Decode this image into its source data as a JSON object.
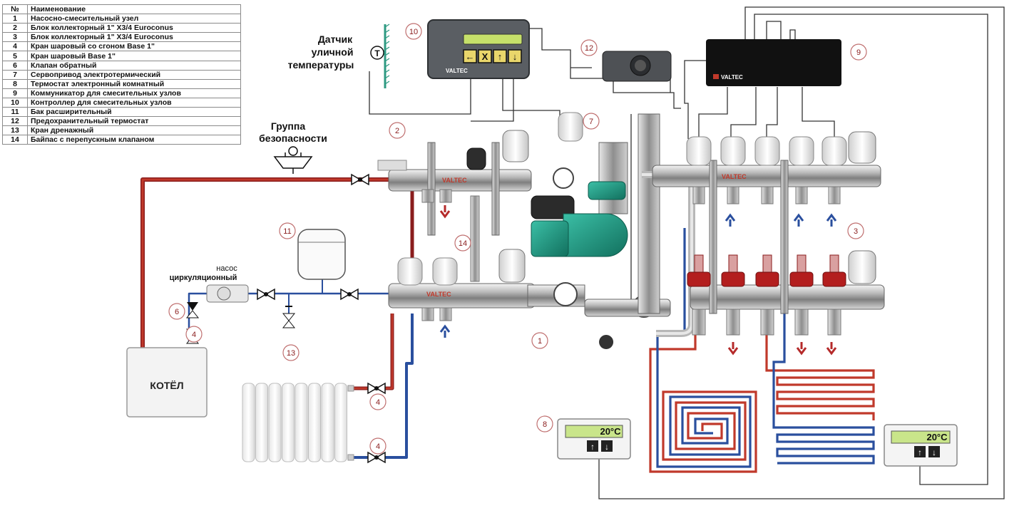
{
  "legend": {
    "header": {
      "num": "№",
      "name": "Наименование"
    },
    "rows": [
      {
        "num": "1",
        "name": "Насосно-смесительный узел"
      },
      {
        "num": "2",
        "name": "Блок коллекторный 1\" X3/4 Euroconus"
      },
      {
        "num": "3",
        "name": "Блок коллекторный 1\" X3/4 Euroconus"
      },
      {
        "num": "4",
        "name": "Кран шаровый со сгоном Base 1\""
      },
      {
        "num": "5",
        "name": "Кран шаровый Base 1\""
      },
      {
        "num": "6",
        "name": "Клапан обратный"
      },
      {
        "num": "7",
        "name": "Сервопривод электротермический"
      },
      {
        "num": "8",
        "name": "Термостат электронный комнатный"
      },
      {
        "num": "9",
        "name": "Коммуникатор для смесительных узлов"
      },
      {
        "num": "10",
        "name": "Контроллер для смесительных узлов"
      },
      {
        "num": "11",
        "name": "Бак расширительный"
      },
      {
        "num": "12",
        "name": "Предохранительный термостат"
      },
      {
        "num": "13",
        "name": "Кран дренажный"
      },
      {
        "num": "14",
        "name": "Байпас с перепускным клапаном"
      }
    ]
  },
  "labels": {
    "sensor_line1": "Датчик",
    "sensor_line2": "уличной",
    "sensor_line3": "температуры",
    "sensor_symbol": "T",
    "safety_line1": "Группа",
    "safety_line2": "безопасности",
    "pump_line1": "насос",
    "pump_line2": "циркуляционный",
    "boiler": "КОТЁЛ",
    "brand": "VALTEC"
  },
  "callouts": {
    "c1": "1",
    "c2": "2",
    "c3": "3",
    "c4a": "4",
    "c4b": "4",
    "c4c": "4",
    "c6": "6",
    "c7": "7",
    "c8": "8",
    "c9": "9",
    "c10": "10",
    "c11": "11",
    "c12": "12",
    "c13": "13",
    "c14": "14"
  },
  "thermostat_left": {
    "temp": "20°C"
  },
  "thermostat_right": {
    "temp": "20°C"
  },
  "controller": {
    "buttons": [
      "←",
      "X",
      "↑",
      "↓"
    ]
  },
  "colors": {
    "supply": "#b52a2a",
    "return": "#2a4f9e",
    "pump": "#1f9a82",
    "wire": "#333333"
  }
}
